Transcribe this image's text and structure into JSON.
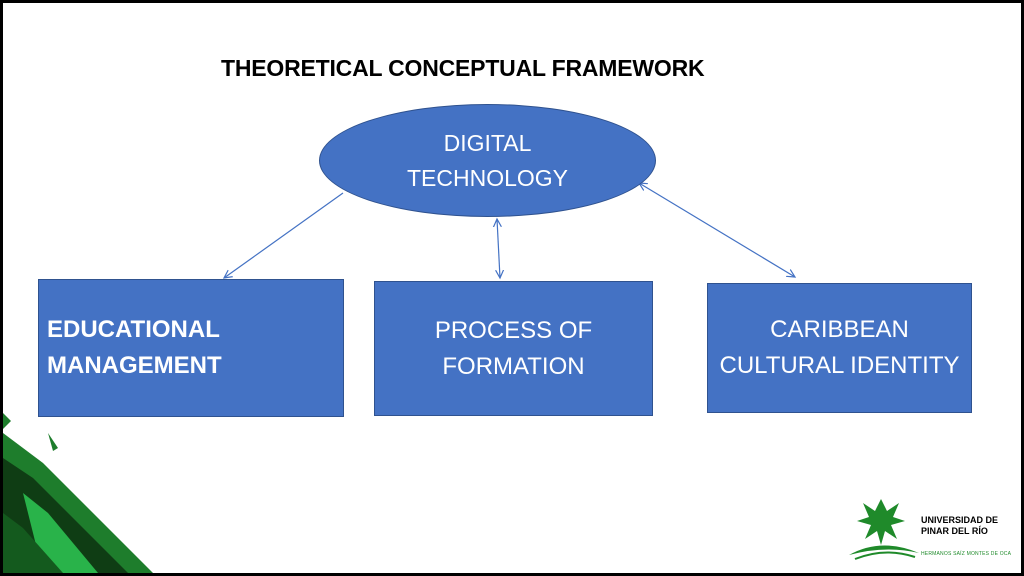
{
  "title": "THEORETICAL CONCEPTUAL FRAMEWORK",
  "center_node": {
    "line1": "DIGITAL",
    "line2": "TECHNOLOGY"
  },
  "nodes": [
    {
      "line1": "EDUCATIONAL",
      "line2": "MANAGEMENT"
    },
    {
      "line1": "PROCESS OF",
      "line2": "FORMATION"
    },
    {
      "line1": "CARIBBEAN",
      "line2": "CULTURAL IDENTITY"
    }
  ],
  "logo": {
    "name": "UNIVERSIDAD DE PINAR DEL RÍO",
    "motto": "HERMANOS SAÍZ MONTES DE OCA"
  },
  "colors": {
    "node_fill": "#4472c4",
    "node_border": "#2f528f",
    "connector": "#4472c4",
    "logo_green": "#1f8a2a"
  }
}
